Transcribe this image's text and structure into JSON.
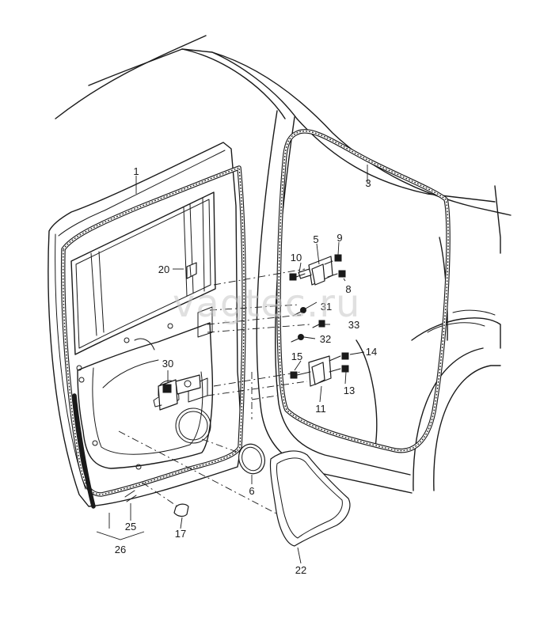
{
  "watermark": "vagtec.ru",
  "callouts": [
    {
      "id": "c1",
      "label": "1"
    },
    {
      "id": "c3",
      "label": "3"
    },
    {
      "id": "c5",
      "label": "5"
    },
    {
      "id": "c6",
      "label": "6"
    },
    {
      "id": "c8",
      "label": "8"
    },
    {
      "id": "c9",
      "label": "9"
    },
    {
      "id": "c10",
      "label": "10"
    },
    {
      "id": "c11",
      "label": "11"
    },
    {
      "id": "c13",
      "label": "13"
    },
    {
      "id": "c14",
      "label": "14"
    },
    {
      "id": "c15",
      "label": "15"
    },
    {
      "id": "c17",
      "label": "17"
    },
    {
      "id": "c20",
      "label": "20"
    },
    {
      "id": "c22",
      "label": "22"
    },
    {
      "id": "c25",
      "label": "25"
    },
    {
      "id": "c26",
      "label": "26"
    },
    {
      "id": "c30",
      "label": "30"
    },
    {
      "id": "c31",
      "label": "31"
    },
    {
      "id": "c32",
      "label": "32"
    },
    {
      "id": "c33",
      "label": "33"
    }
  ]
}
